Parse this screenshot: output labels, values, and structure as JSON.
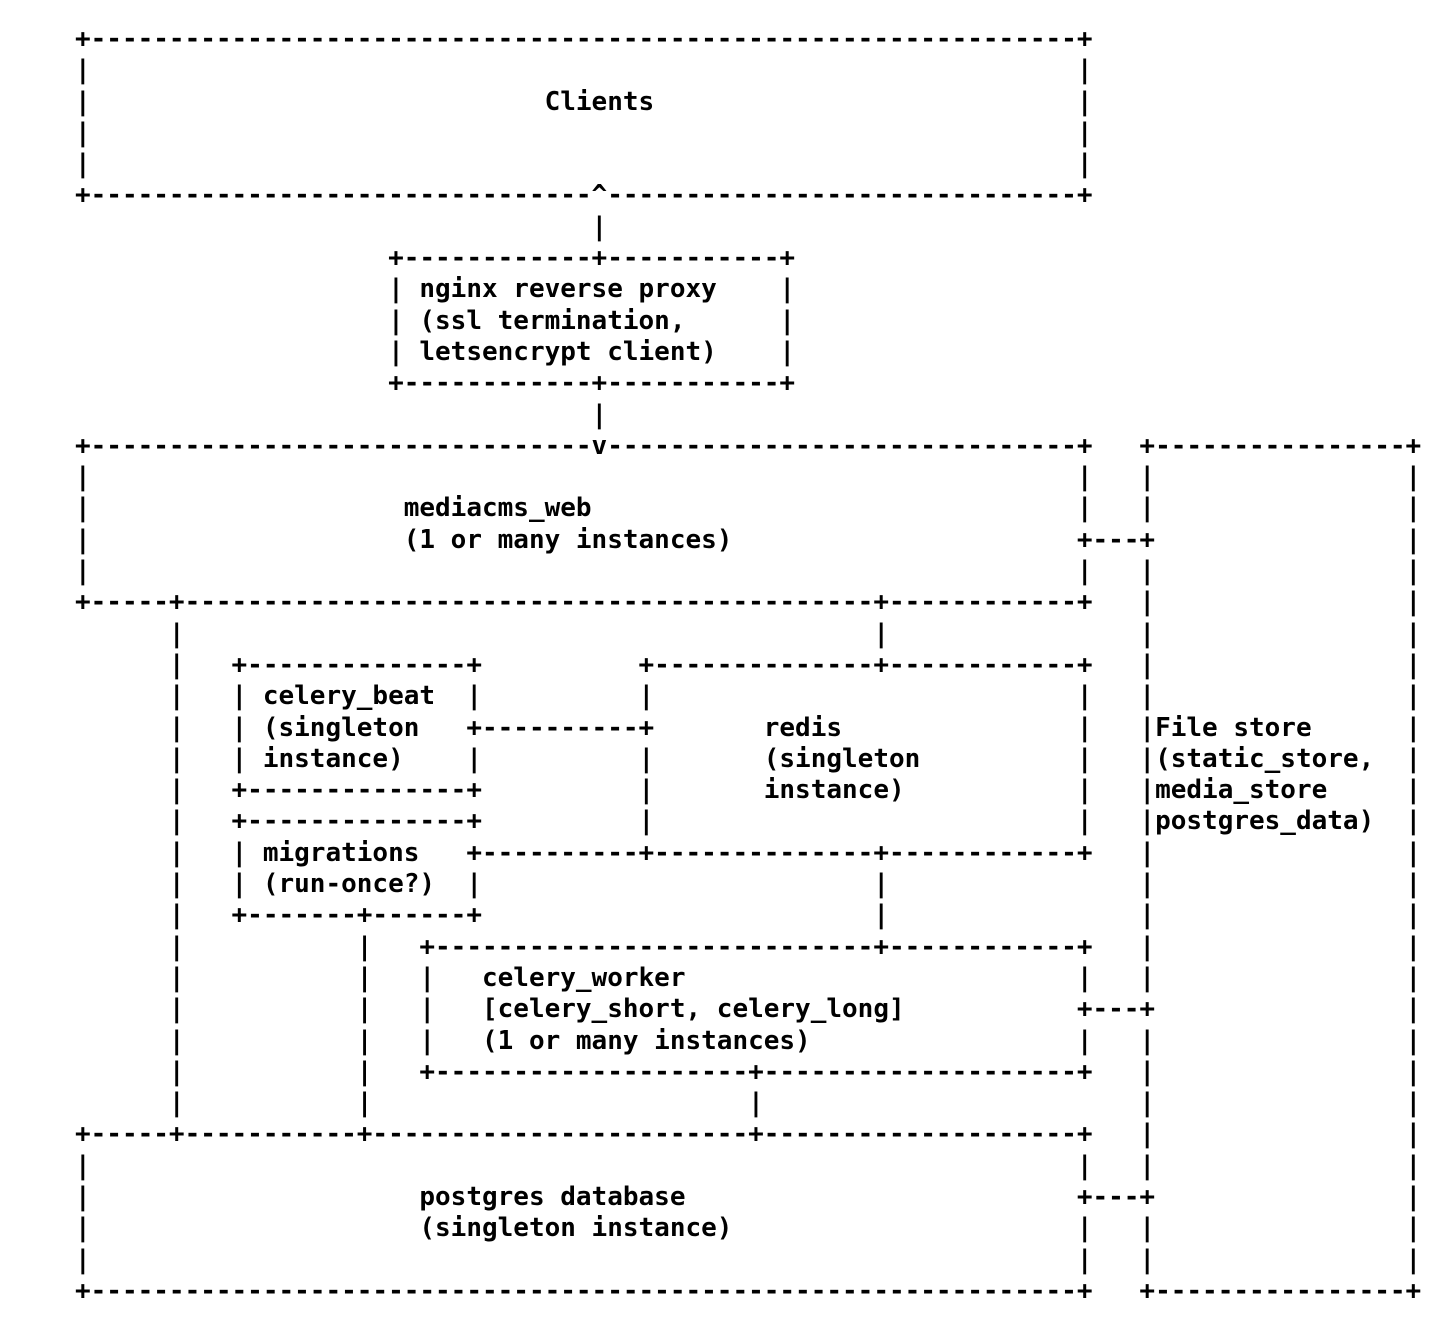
{
  "colors": {
    "text": "#000000",
    "background": "#ffffff"
  },
  "diagram": {
    "nodes": [
      {
        "id": "clients",
        "label_lines": [
          "Clients"
        ]
      },
      {
        "id": "nginx",
        "label_lines": [
          "nginx reverse proxy",
          "(ssl termination,",
          "letsencrypt client)"
        ]
      },
      {
        "id": "mediacms_web",
        "label_lines": [
          "mediacms_web",
          "(1 or many instances)"
        ]
      },
      {
        "id": "celery_beat",
        "label_lines": [
          "celery_beat",
          "(singleton",
          "instance)"
        ]
      },
      {
        "id": "migrations",
        "label_lines": [
          "migrations",
          "(run-once?)"
        ]
      },
      {
        "id": "redis",
        "label_lines": [
          "redis",
          "(singleton",
          "instance)"
        ]
      },
      {
        "id": "celery_worker",
        "label_lines": [
          "celery_worker",
          "[celery_short, celery_long]",
          "(1 or many instances)"
        ]
      },
      {
        "id": "postgres",
        "label_lines": [
          "postgres database",
          "(singleton instance)"
        ]
      },
      {
        "id": "file_store",
        "label_lines": [
          "File store",
          "(static_store,",
          "media_store",
          "postgres_data)"
        ]
      }
    ],
    "edges": [
      {
        "from": "nginx",
        "to": "clients",
        "arrow": "up"
      },
      {
        "from": "nginx",
        "to": "mediacms_web",
        "arrow": "down"
      },
      {
        "from": "mediacms_web",
        "to": "file_store"
      },
      {
        "from": "mediacms_web",
        "to": "redis"
      },
      {
        "from": "celery_beat",
        "to": "redis"
      },
      {
        "from": "migrations",
        "to": "redis"
      },
      {
        "from": "redis",
        "to": "celery_worker"
      },
      {
        "from": "mediacms_web",
        "to": "postgres"
      },
      {
        "from": "migrations",
        "to": "postgres"
      },
      {
        "from": "celery_worker",
        "to": "postgres"
      },
      {
        "from": "celery_worker",
        "to": "file_store"
      },
      {
        "from": "postgres",
        "to": "file_store"
      }
    ],
    "lines": [
      "+---------------------------------------------------------------+",
      "|                                                               |",
      "|                             Clients                           |",
      "|                                                               |",
      "|                                                               |",
      "+--------------------------------^------------------------------+",
      "                                 |",
      "                    +------------+-----------+",
      "                    | nginx reverse proxy    |",
      "                    | (ssl termination,      |",
      "                    | letsencrypt client)    |",
      "                    +------------+-----------+",
      "                                 |",
      "+--------------------------------v------------------------------+   +----------------+",
      "|                                                               |   |                |",
      "|                    mediacms_web                               |   |                |",
      "|                    (1 or many instances)                      +---+                |",
      "|                                                               |   |                |",
      "+-----+--------------------------------------------+------------+   |                |",
      "      |                                            |                |                |",
      "      |   +--------------+          +--------------+------------+   |                |",
      "      |   | celery_beat  |          |                           |   |                |",
      "      |   | (singleton   +----------+       redis               |   |File store      |",
      "      |   | instance)    |          |       (singleton          |   |(static_store,  |",
      "      |   +--------------+          |       instance)           |   |media_store     |",
      "      |   +--------------+          |                           |   |postgres_data)  |",
      "      |   | migrations   +----------+--------------+------------+   |                |",
      "      |   | (run-once?)  |                         |                |                |",
      "      |   +-------+------+                         |                |                |",
      "      |           |   +----------------------------+------------+   |                |",
      "      |           |   |   celery_worker                         |   |                |",
      "      |           |   |   [celery_short, celery_long]           +---+                |",
      "      |           |   |   (1 or many instances)                 |   |                |",
      "      |           |   +--------------------+--------------------+   |                |",
      "      |           |                        |                        |                |",
      "+-----+-----------+------------------------+--------------------+   |                |",
      "|                                                               |   |                |",
      "|                     postgres database                         +---+                |",
      "|                     (singleton instance)                      |   |                |",
      "|                                                               |   |                |",
      "+---------------------------------------------------------------+   +----------------+"
    ]
  }
}
